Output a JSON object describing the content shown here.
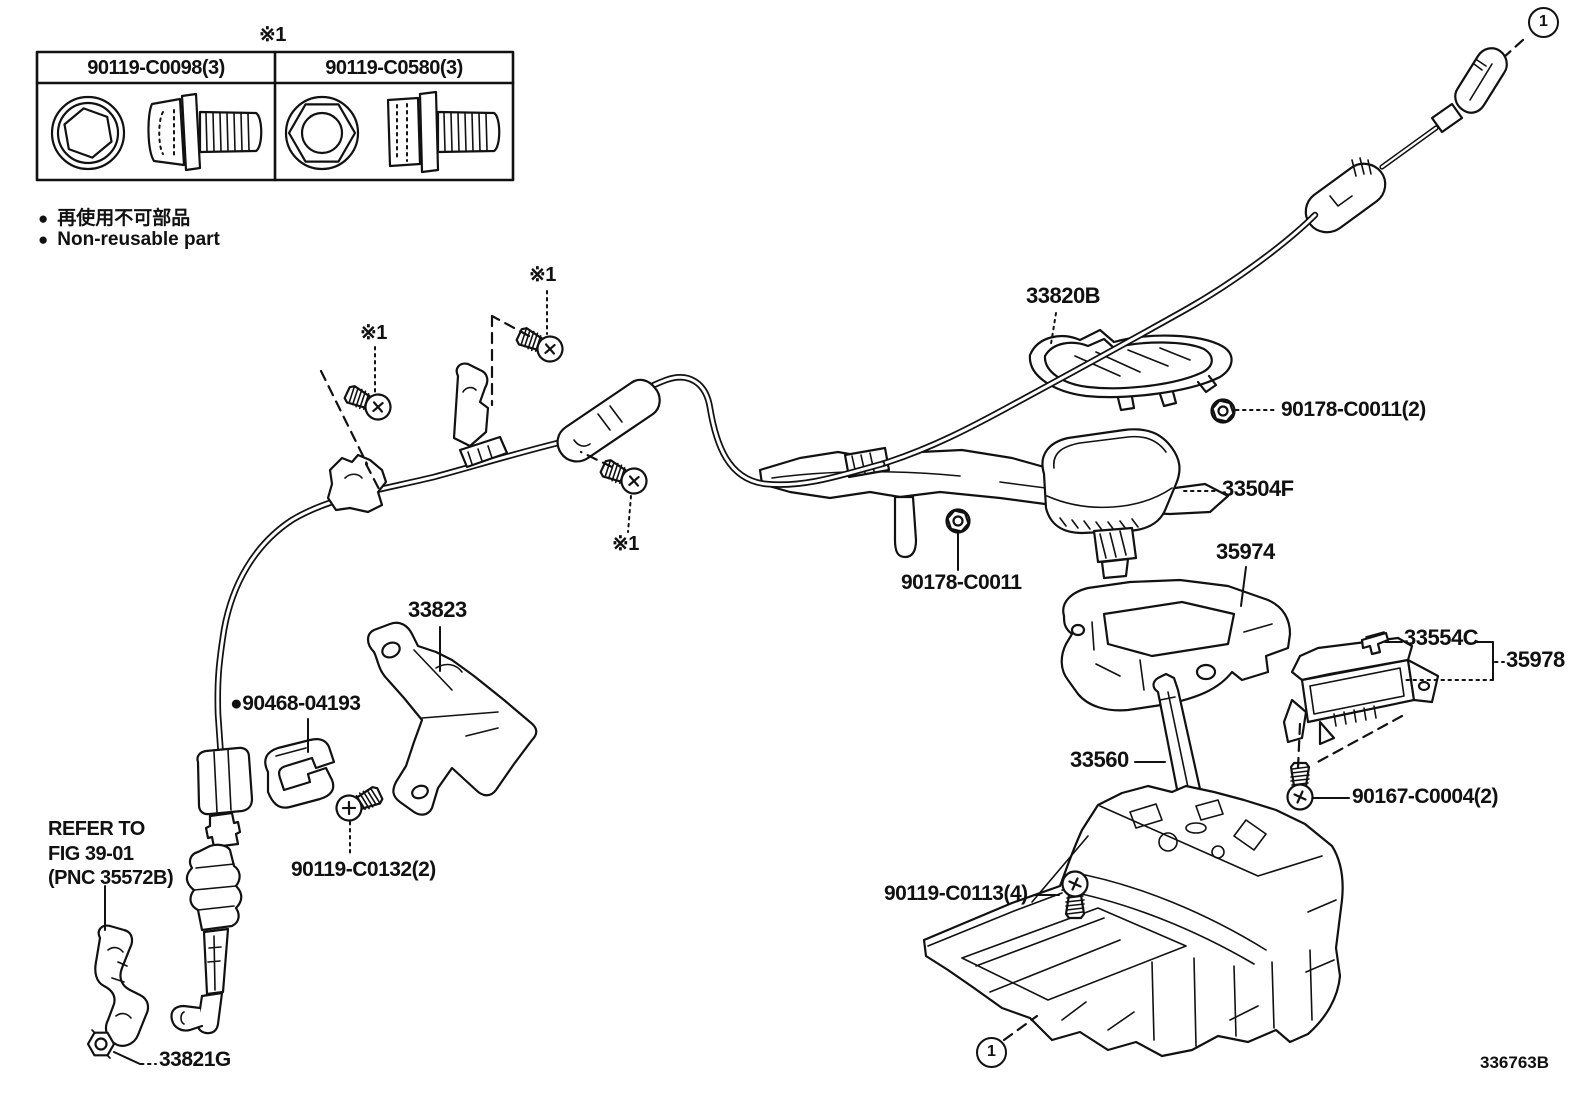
{
  "diagram": {
    "figure_code": "336763B",
    "note_mark": "※1",
    "marker": "1",
    "bolt_table": {
      "columns": [
        "90119-C0098(3)",
        "90119-C0580(3)"
      ]
    },
    "legend": {
      "bullet": "●",
      "jp": "再使用不可部品",
      "en": "Non-reusable part"
    },
    "ref_note": {
      "l1": "REFER TO",
      "l2": "FIG 39-01",
      "l3": "(PNC 35572B)"
    },
    "parts": {
      "bullet": "●",
      "p33820B": "33820B",
      "p90178_c0011_2": "90178-C0011(2)",
      "p33504F": "33504F",
      "p35974": "35974",
      "p33554C": "33554C",
      "p35978": "35978",
      "p33560": "33560",
      "p90167_c0004_2": "90167-C0004(2)",
      "p90119_c0113_4": "90119-C0113(4)",
      "p90178_c0011": "90178-C0011",
      "p33823": "33823",
      "p90468_04193": "90468-04193",
      "p90119_c0132_2": "90119-C0132(2)",
      "p33821G": "33821G"
    }
  }
}
